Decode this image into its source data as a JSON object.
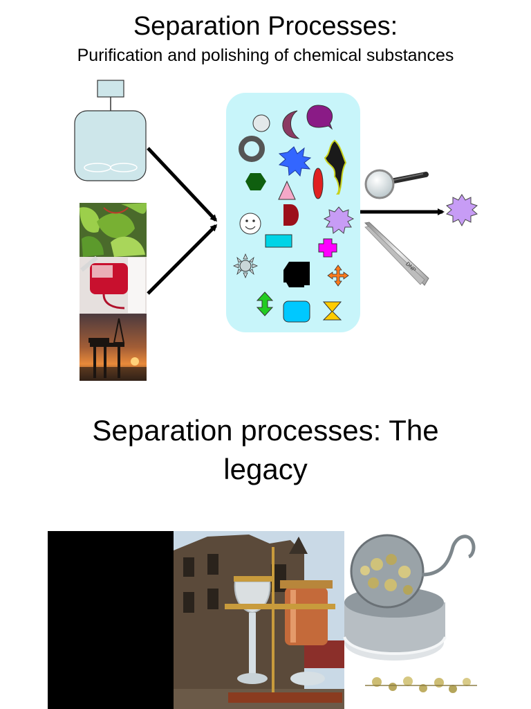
{
  "slide1": {
    "title": "Separation Processes:",
    "subtitle": "Purification and polishing of chemical substances",
    "tweezers_label": "DNP"
  },
  "slide2": {
    "title_line1": "Separation processes: The",
    "title_line2": "legacy"
  },
  "colors": {
    "reactor_fill": "#cde6ea",
    "mixture_panel": "#c8f5fa",
    "product_star": "#c79cf5"
  }
}
